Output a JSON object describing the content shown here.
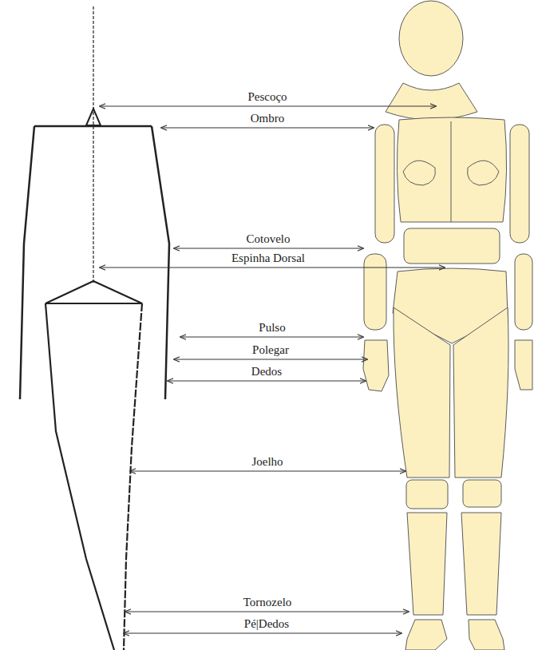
{
  "diagram": {
    "labels": [
      "Pescoço",
      "Ombro",
      "Cotovelo",
      "Espinha Dorsal",
      "Pulso",
      "Polegar",
      "Dedos",
      "Joelho",
      "Tornozelo",
      "Pé|Dedos"
    ]
  }
}
